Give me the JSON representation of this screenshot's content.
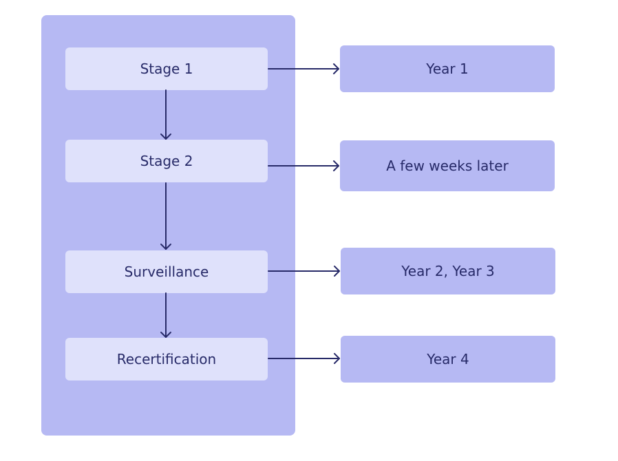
{
  "stages": [
    {
      "label": "Stage 1"
    },
    {
      "label": "Stage 2"
    },
    {
      "label": "Surveillance"
    },
    {
      "label": "Recertification"
    }
  ],
  "timings": [
    {
      "label": "Year 1"
    },
    {
      "label": "A few weeks later"
    },
    {
      "label": "Year 2, Year 3"
    },
    {
      "label": "Year 4"
    }
  ],
  "colors": {
    "panel": "#b6b9f3",
    "stage_box": "#dfe1fb",
    "timing_box": "#b6b9f3",
    "text_and_arrows": "#272a68"
  }
}
